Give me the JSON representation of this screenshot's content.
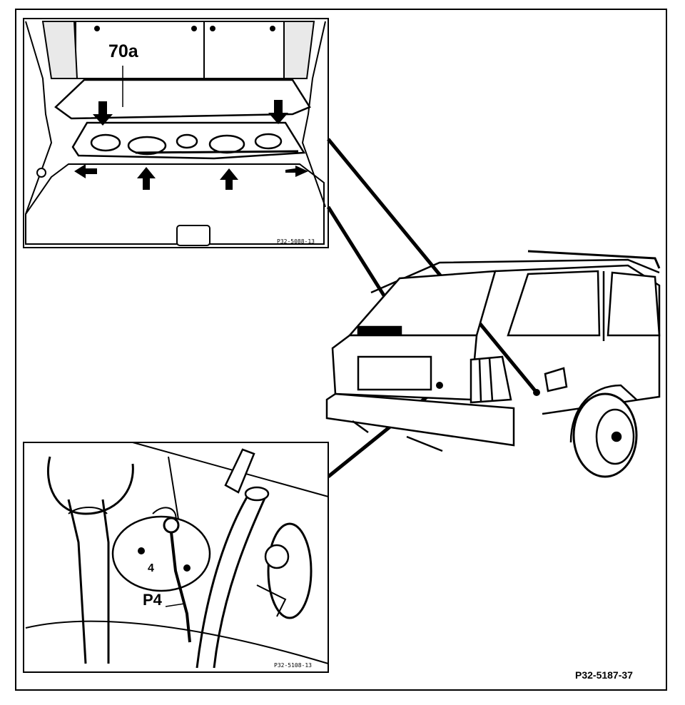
{
  "labels": {
    "top_inset_part": "70a",
    "bottom_inset_part": "P4",
    "bottom_inset_number": "4"
  },
  "codes": {
    "top_inset": "P32-5088-13",
    "bottom_inset": "P32-5108-13",
    "figure": "P32-5187-37"
  },
  "colors": {
    "ink": "#000000",
    "paper": "#ffffff"
  }
}
